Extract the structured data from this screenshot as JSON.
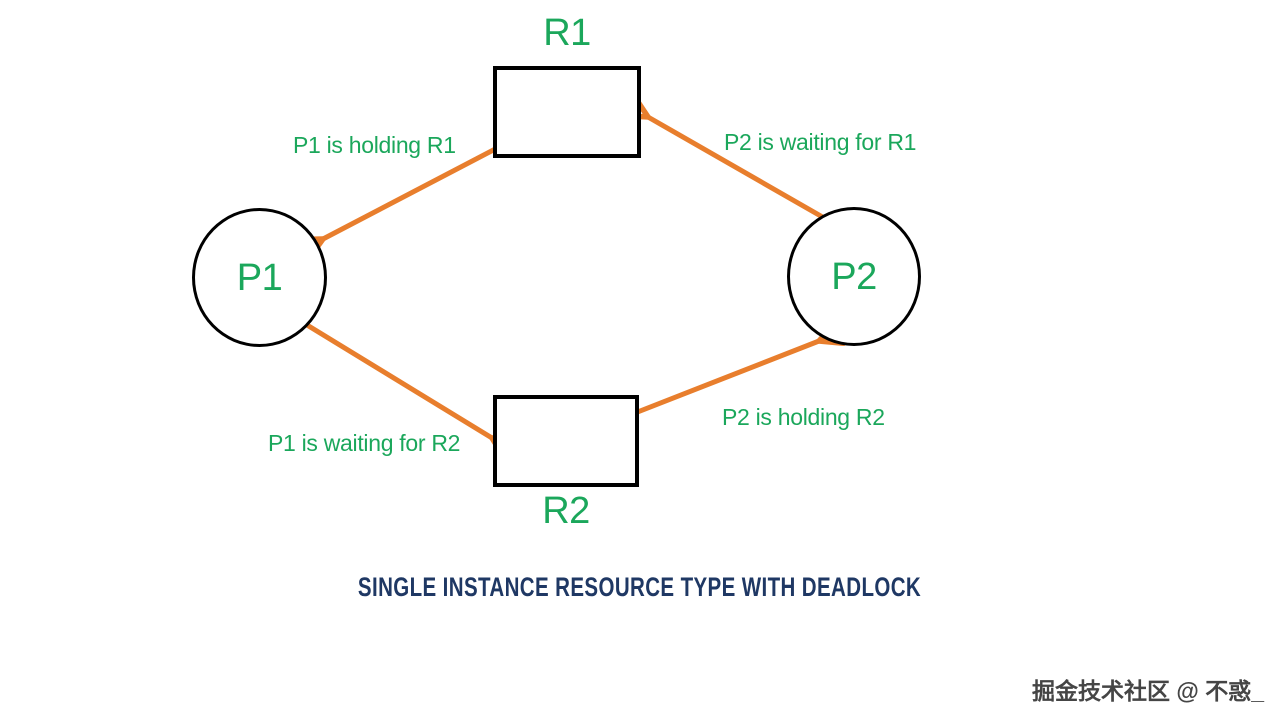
{
  "diagram": {
    "caption": "SINGLE INSTANCE RESOURCE TYPE WITH DEADLOCK",
    "watermark": "掘金技术社区 @ 不惑_",
    "colors": {
      "arrow-color": "#E87E2D",
      "label-color": "#1BA75B",
      "title-color": "#1F3864",
      "watermark-color": "#454545"
    },
    "nodes": {
      "r1": {
        "label": "R1",
        "type": "resource",
        "instances": 1
      },
      "r2": {
        "label": "R2",
        "type": "resource",
        "instances": 1
      },
      "p1": {
        "label": "P1",
        "type": "process"
      },
      "p2": {
        "label": "P2",
        "type": "process"
      }
    },
    "edges": [
      {
        "label": "P1 is holding R1",
        "from": "R1",
        "to": "P1",
        "type": "assignment"
      },
      {
        "label": "P2 is waiting for R1",
        "from": "P2",
        "to": "R1",
        "type": "request"
      },
      {
        "label": "P1 is waiting for R2",
        "from": "P1",
        "to": "R2",
        "type": "request"
      },
      {
        "label": "P2 is holding R2",
        "from": "R2",
        "to": "P2",
        "type": "assignment"
      }
    ]
  }
}
